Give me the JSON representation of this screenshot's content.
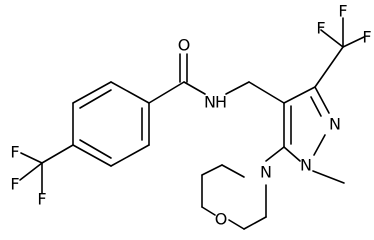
{
  "molecule": {
    "labels": {
      "o_amide": "O",
      "n_amide": "N",
      "h_amide": "H",
      "n1": "N",
      "n2": "N",
      "n_morpholine": "N",
      "o_morpholine": "O",
      "f_top_left": "F",
      "f_top_mid": "F",
      "f_top_right": "F",
      "f_left_top": "F",
      "f_left_mid": "F",
      "f_left_bottom": "F"
    },
    "colors": {
      "bond": "#000000",
      "label": "#000000",
      "background": "#ffffff"
    }
  }
}
